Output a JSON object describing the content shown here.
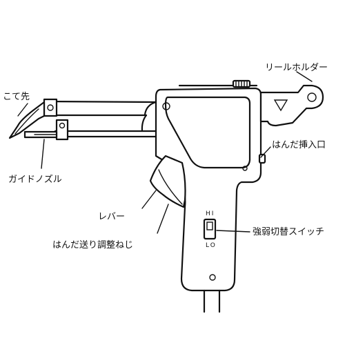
{
  "labels": {
    "tip": "こて先",
    "reel_holder": "リールホルダー",
    "solder_inlet": "はんだ挿入口",
    "guide_nozzle": "ガイドノズル",
    "lever": "レバー",
    "feed_adjust_screw": "はんだ送り調整ねじ",
    "power_switch": "強弱切替スイッチ",
    "switch_hi": "HI",
    "switch_lo": "LO"
  }
}
